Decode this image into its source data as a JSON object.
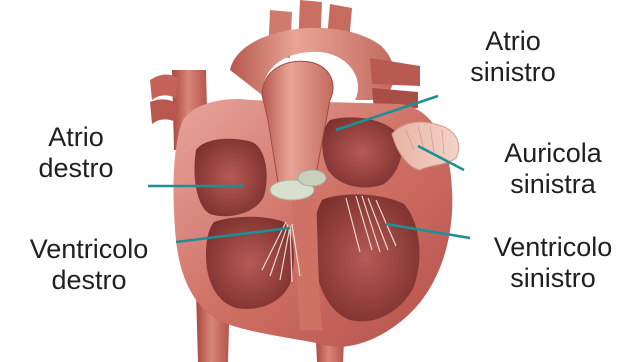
{
  "labels": {
    "atrio_destro": [
      "Atrio",
      "destro"
    ],
    "ventricolo_destro": [
      "Ventricolo",
      "destro"
    ],
    "atrio_sinistro": [
      "Atrio",
      "sinistro"
    ],
    "auricola_sinistra": [
      "Auricola",
      "sinistra"
    ],
    "ventricolo_sinistro": [
      "Ventricolo",
      "sinistro"
    ]
  },
  "colors": {
    "leader_line": "#1d8f96",
    "text": "#1f1f1f",
    "muscle": "#c7605a",
    "muscle_dark": "#8f3a36",
    "muscle_light": "#e9a39a",
    "vessel": "#c96a5f",
    "valve": "#cfd6c4",
    "chordae": "#f4e7df"
  }
}
